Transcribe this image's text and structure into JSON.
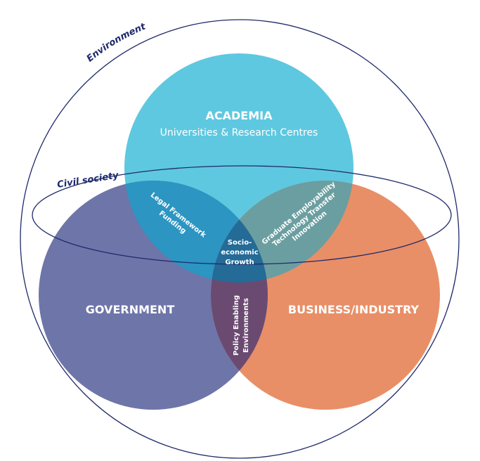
{
  "labels": {
    "environment": "Environment",
    "civil_society": "Civil society",
    "academia_title": "ACADEMIA",
    "academia_subtitle": "Universities & Research Centres",
    "government": "GOVERNMENT",
    "business": "BUSINESS/INDUSTRY",
    "gov_acad_line1": "Legal Framework",
    "gov_acad_line2": "Funding",
    "acad_bus_line1": "Graduate Employability",
    "acad_bus_line2": "Technology Transfer",
    "acad_bus_line3": "Innovation",
    "center_line1": "Socio-",
    "center_line2": "economic",
    "center_line3": "Growth",
    "gov_bus_line1": "Policy Enabling",
    "gov_bus_line2": "Environments"
  },
  "colors": {
    "academia": "#5ec8e0",
    "government": "#6e75a8",
    "business": "#e88f67",
    "gov_acad_overlap": "#2c95c2",
    "acad_bus_overlap": "#6b9ea0",
    "gov_bus_overlap": "#6b4a72",
    "center": "#246b97",
    "outline": "#1f2a6b",
    "text_ring": "#1f2a6b"
  }
}
